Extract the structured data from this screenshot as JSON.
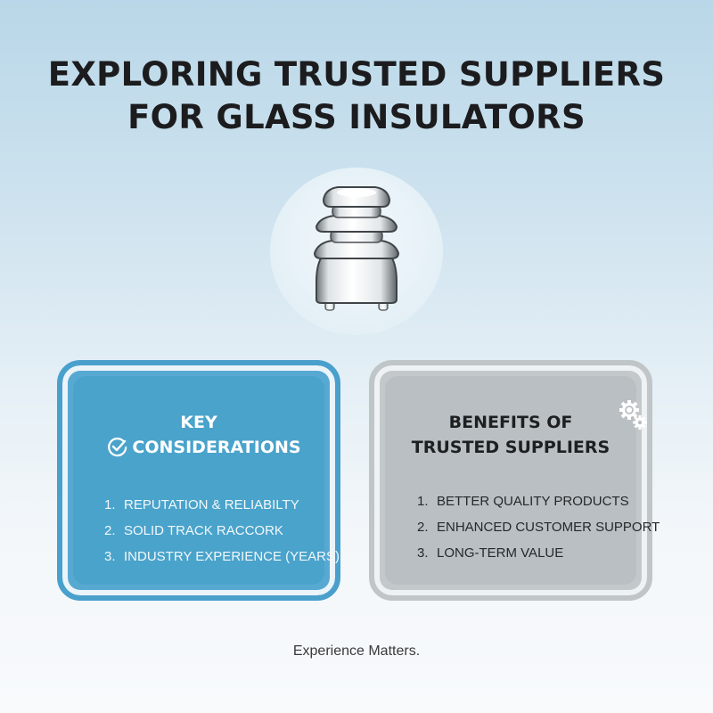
{
  "header": {
    "title_line1": "EXPLORING TRUSTED SUPPLIERS",
    "title_line2": "FOR GLASS INSULATORS"
  },
  "hero": {
    "image": "glass-insulator-illustration"
  },
  "cards": [
    {
      "title_line1": "KEY",
      "title_line2": "CONSIDERATIONS",
      "icon": "check-circle-icon",
      "color": "#4aa3cb",
      "items": [
        {
          "num": "1.",
          "label": "REPUTATION & RELIABILTY"
        },
        {
          "num": "2.",
          "label": "SOLID TRACK RACCORK"
        },
        {
          "num": "3.",
          "label": "INDUSTRY EXPERIENCE (YEARS)"
        }
      ]
    },
    {
      "title_line1": "BENEFITS OF",
      "title_line2": "TRUSTED SUPPLIERS",
      "icon": "gears-icon",
      "color": "#b9bfc3",
      "items": [
        {
          "num": "1.",
          "label": "BETTER QUALITY PRODUCTS"
        },
        {
          "num": "2.",
          "label": "ENHANCED CUSTOMER SUPPORT"
        },
        {
          "num": "3.",
          "label": "LONG-TERM VALUE"
        }
      ]
    }
  ],
  "footer": {
    "tagline": "Experience Matters."
  }
}
